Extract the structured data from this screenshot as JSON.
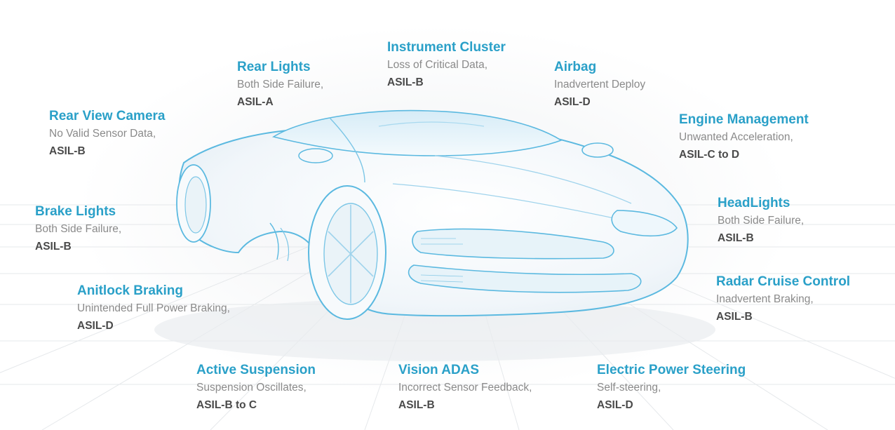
{
  "labels": [
    {
      "id": "rear-lights",
      "title": "Rear Lights",
      "description": "Both Side Failure,",
      "asil": "ASIL-A"
    },
    {
      "id": "instrument-cluster",
      "title": "Instrument Cluster",
      "description": "Loss of Critical Data,",
      "asil": "ASIL-B"
    },
    {
      "id": "airbag",
      "title": "Airbag",
      "description": "Inadvertent Deploy",
      "asil": "ASIL-D"
    },
    {
      "id": "rear-view-camera",
      "title": "Rear View Camera",
      "description": "No Valid Sensor Data,",
      "asil": "ASIL-B"
    },
    {
      "id": "engine-management",
      "title": "Engine Management",
      "description": "Unwanted Acceleration,",
      "asil": "ASIL-C to D"
    },
    {
      "id": "brake-lights",
      "title": "Brake Lights",
      "description": "Both Side Failure,",
      "asil": "ASIL-B"
    },
    {
      "id": "headlights",
      "title": "HeadLights",
      "description": "Both Side Failure,",
      "asil": "ASIL-B"
    },
    {
      "id": "antilock-braking",
      "title": "Anitlock Braking",
      "description": "Unintended Full Power Braking,",
      "asil": "ASIL-D"
    },
    {
      "id": "radar-cruise-control",
      "title": "Radar Cruise Control",
      "description": "Inadvertent Braking,",
      "asil": "ASIL-B"
    },
    {
      "id": "active-suspension",
      "title": "Active Suspension",
      "description": "Suspension Oscillates,",
      "asil": "ASIL-B to C"
    },
    {
      "id": "vision-adas",
      "title": "Vision ADAS",
      "description": "Incorrect Sensor Feedback,",
      "asil": "ASIL-B"
    },
    {
      "id": "electric-power-steering",
      "title": "Electric Power Steering",
      "description": "Self-steering,",
      "asil": "ASIL-D"
    }
  ],
  "colors": {
    "title": "#2aa0c8",
    "description": "#8a8a8a",
    "asil": "#4a4a4a",
    "car_outline": "#5bb9e0",
    "car_body": "#f4f8fb"
  }
}
